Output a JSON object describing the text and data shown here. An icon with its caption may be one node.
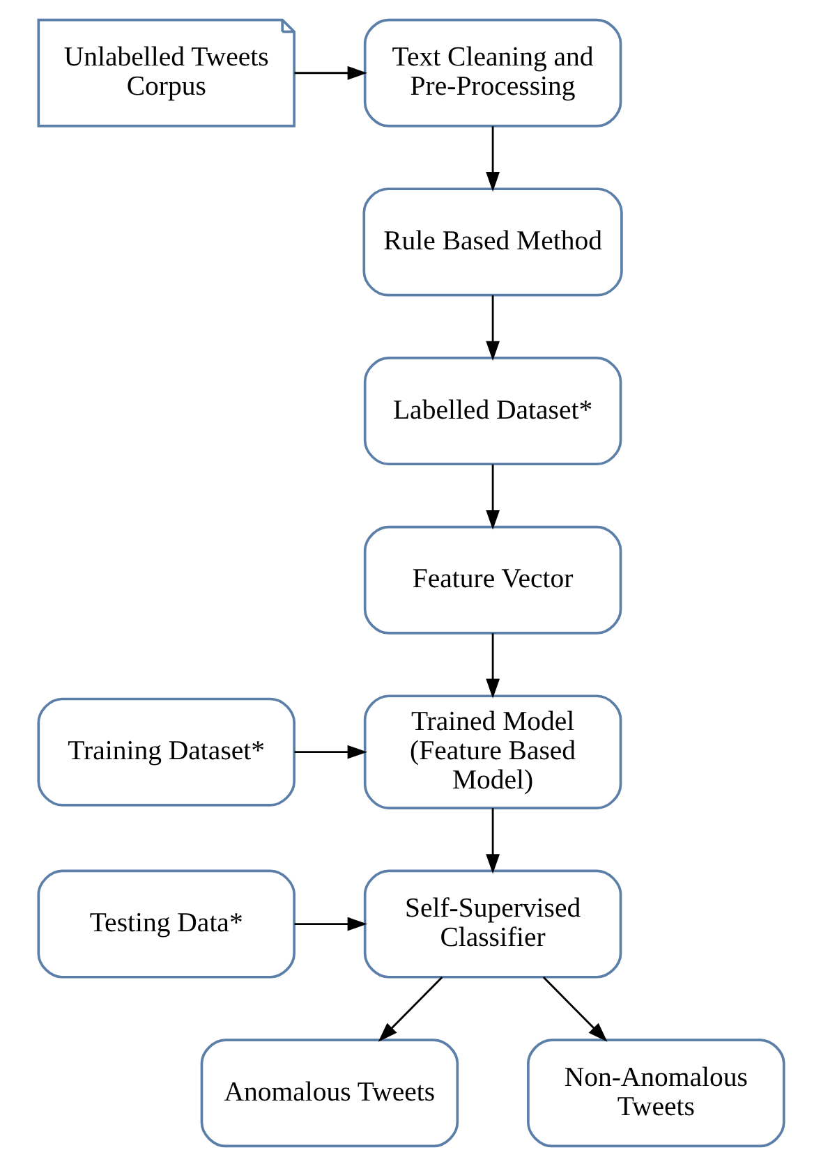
{
  "diagram": {
    "nodes": [
      {
        "text": [
          "Unlabelled Tweets Corpus"
        ]
      },
      {
        "text": [
          "Text Cleaning and Pre-Processing"
        ]
      },
      {
        "text": [
          "Rule Based Method"
        ]
      },
      {
        "text": [
          "Labelled Dataset*"
        ]
      },
      {
        "text": [
          "Feature Vector"
        ]
      },
      {
        "text": [
          "Training Dataset*"
        ]
      },
      {
        "text": [
          "Trained Model (Feature Based Model)"
        ]
      },
      {
        "text": [
          "Testing Data*"
        ]
      },
      {
        "text": [
          "Self-Supervised Classifier"
        ]
      },
      {
        "text": [
          "Anomalous Tweets"
        ]
      },
      {
        "text": [
          "Non-Anomalous Tweets"
        ]
      }
    ],
    "edges": [
      {
        "from": 0,
        "to": 1,
        "arrow": "to"
      },
      {
        "from": 1,
        "to": 2,
        "arrow": "to"
      },
      {
        "from": 2,
        "to": 3,
        "arrow": "to"
      },
      {
        "from": 3,
        "to": 4,
        "arrow": "to"
      },
      {
        "from": 4,
        "to": 6,
        "arrow": "to"
      },
      {
        "from": 5,
        "to": 6,
        "arrow": "to"
      },
      {
        "from": 6,
        "to": 8,
        "arrow": "to"
      },
      {
        "from": 7,
        "to": 8,
        "arrow": "to"
      },
      {
        "from": 8,
        "to": 9,
        "arrow": "to"
      },
      {
        "from": 8,
        "to": 10,
        "arrow": "to"
      }
    ]
  }
}
